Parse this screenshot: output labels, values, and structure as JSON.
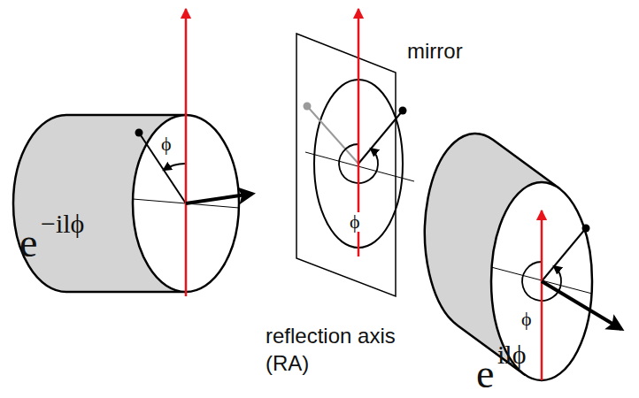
{
  "diagram": {
    "labels": [
      "e",
      "−ilϕ",
      "ϕ",
      "mirror",
      "ϕ",
      "reflection axis (RA)",
      "ϕ",
      "e",
      "ilϕ"
    ]
  }
}
